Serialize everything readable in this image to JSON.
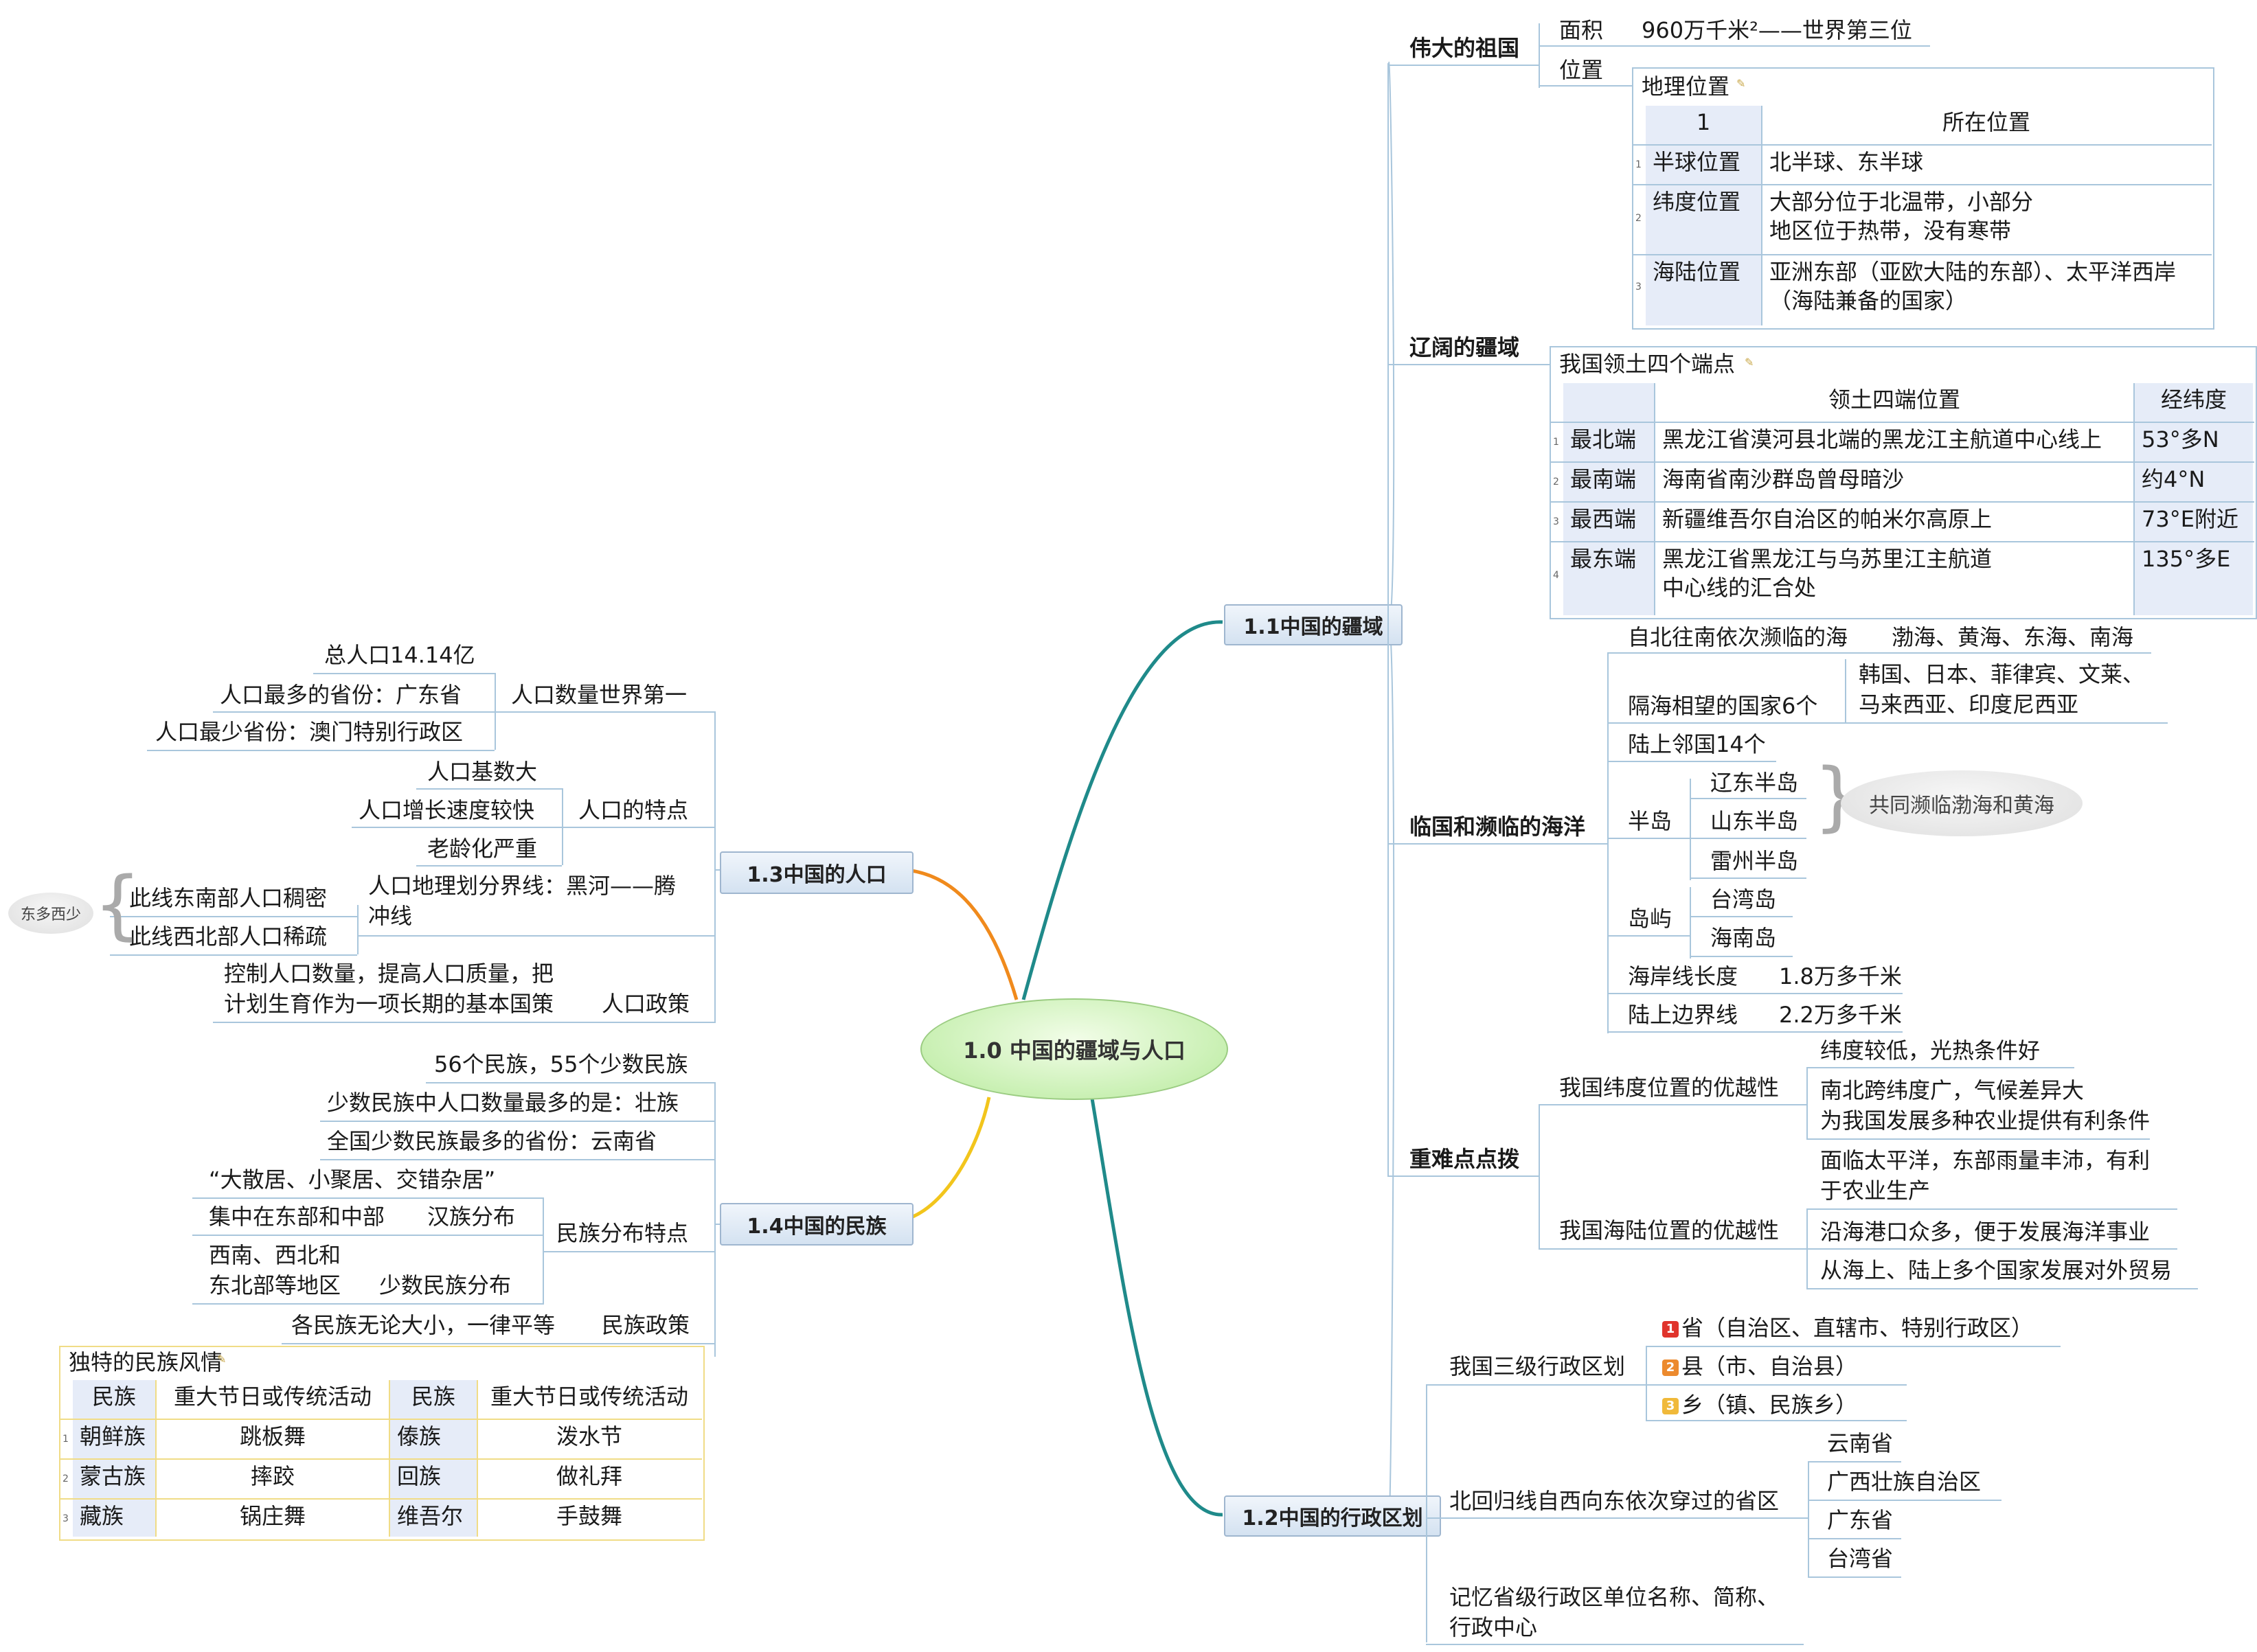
{
  "root": "1.0 中国的疆域与人口",
  "topics": {
    "t11": "1.1中国的疆域",
    "t12": "1.2中国的行政区划",
    "t13": "1.3中国的人口",
    "t14": "1.4中国的民族"
  },
  "b_weida": {
    "title": "伟大的祖国",
    "area_label": "面积",
    "area_value": "960万千米²——世界第三位",
    "pos_label": "位置",
    "table": {
      "caption": "地理位置",
      "header": [
        "1",
        "所在位置"
      ],
      "rows": [
        [
          "1",
          "半球位置",
          "北半球、东半球"
        ],
        [
          "2",
          "纬度位置",
          "大部分位于北温带，小部分",
          "地区位于热带，没有寒带"
        ],
        [
          "3",
          "海陆位置",
          "亚洲东部（亚欧大陆的东部）、太平洋西岸",
          "（海陆兼备的国家）"
        ]
      ]
    }
  },
  "b_liaokuo": {
    "title": "辽阔的疆域",
    "table": {
      "caption": "我国领土四个端点",
      "header": [
        "",
        "领土四端位置",
        "经纬度"
      ],
      "rows": [
        [
          "1",
          "最北端",
          "黑龙江省漠河县北端的黑龙江主航道中心线上",
          "",
          "53°多N"
        ],
        [
          "2",
          "最南端",
          "海南省南沙群岛曾母暗沙",
          "",
          "约4°N"
        ],
        [
          "3",
          "最西端",
          "新疆维吾尔自治区的帕米尔高原上",
          "",
          "73°E附近"
        ],
        [
          "4",
          "最东端",
          "黑龙江省黑龙江与乌苏里江主航道",
          "中心线的汇合处",
          "135°多E"
        ]
      ]
    }
  },
  "b_linguo": {
    "title": "临国和濒临的海洋",
    "sea_label": "自北往南依次濒临的海",
    "sea_value": "渤海、黄海、东海、南海",
    "overseas_label": "隔海相望的国家6个",
    "overseas_value1": "韩国、日本、菲律宾、文莱、",
    "overseas_value2": "马来西亚、印度尼西亚",
    "neighbors": "陆上邻国14个",
    "peninsula_label": "半岛",
    "peninsulas": [
      "辽东半岛",
      "山东半岛",
      "雷州半岛"
    ],
    "peninsula_note": "共同濒临渤海和黄海",
    "island_label": "岛屿",
    "islands": [
      "台湾岛",
      "海南岛"
    ],
    "coast_label": "海岸线长度",
    "coast_value": "1.8万多千米",
    "border_label": "陆上边界线",
    "border_value": "2.2万多千米"
  },
  "b_zhongnan": {
    "title": "重难点点拨",
    "lat_label": "我国纬度位置的优越性",
    "lat_items": [
      "纬度较低，光热条件好",
      "南北跨纬度广，气候差异大",
      "为我国发展多种农业提供有利条件"
    ],
    "sea_label": "我国海陆位置的优越性",
    "sea_items": [
      "面临太平洋，东部雨量丰沛，有利",
      "于农业生产",
      "沿海港口众多，便于发展海洋事业",
      "从海上、陆上多个国家发展对外贸易"
    ]
  },
  "b_xingzheng": {
    "levels_label": "我国三级行政区划",
    "levels": [
      {
        "badge": "1",
        "text": "省（自治区、直辖市、特别行政区）",
        "color": "#e0342c"
      },
      {
        "badge": "2",
        "text": "县（市、自治县）",
        "color": "#ec8a2e"
      },
      {
        "badge": "3",
        "text": "乡（镇、民族乡）",
        "color": "#f0b93a"
      }
    ],
    "tropic_label": "北回归线自西向东依次穿过的省区",
    "tropic_items": [
      "云南省",
      "广西壮族自治区",
      "广东省",
      "台湾省"
    ],
    "memory_1": "记忆省级行政区单位名称、简称、",
    "memory_2": "行政中心"
  },
  "b_renkou": {
    "count_label": "人口数量世界第一",
    "count_items": [
      "总人口14.14亿",
      "人口最多的省份：广东省",
      "人口最少省份：澳门特别行政区"
    ],
    "feat_label": "人口的特点",
    "feat_items": [
      "人口基数大",
      "人口增长速度较快",
      "老龄化严重"
    ],
    "line_label_1": "人口地理划分界线：黑河——腾",
    "line_label_2": "冲线",
    "line_items": [
      "此线东南部人口稠密",
      "此线西北部人口稀疏"
    ],
    "line_note": "东多西少",
    "policy_label": "人口政策",
    "policy_1": "控制人口数量，提高人口质量，把",
    "policy_2": "计划生育作为一项长期的基本国策"
  },
  "b_minzu": {
    "items": [
      "56个民族，55个少数民族",
      "少数民族中人口数量最多的是：壮族",
      "全国少数民族最多的省份：云南省"
    ],
    "dist_label": "民族分布特点",
    "dist_general": "“大散居、小聚居、交错杂居”",
    "han_where": "集中在东部和中部",
    "han_label": "汉族分布",
    "minor_where_1": "西南、西北和",
    "minor_where_2": "东北部等地区",
    "minor_label": "少数民族分布",
    "policy_value": "各民族无论大小，一律平等",
    "policy_label": "民族政策",
    "table": {
      "caption": "独特的民族风情",
      "header": [
        "民族",
        "重大节日或传统活动",
        "民族",
        "重大节日或传统活动"
      ],
      "rows": [
        [
          "1",
          "朝鲜族",
          "跳板舞",
          "傣族",
          "泼水节"
        ],
        [
          "2",
          "蒙古族",
          "摔跤",
          "回族",
          "做礼拜"
        ],
        [
          "3",
          "藏族",
          "锅庄舞",
          "维吾尔",
          "手鼓舞"
        ]
      ]
    }
  }
}
